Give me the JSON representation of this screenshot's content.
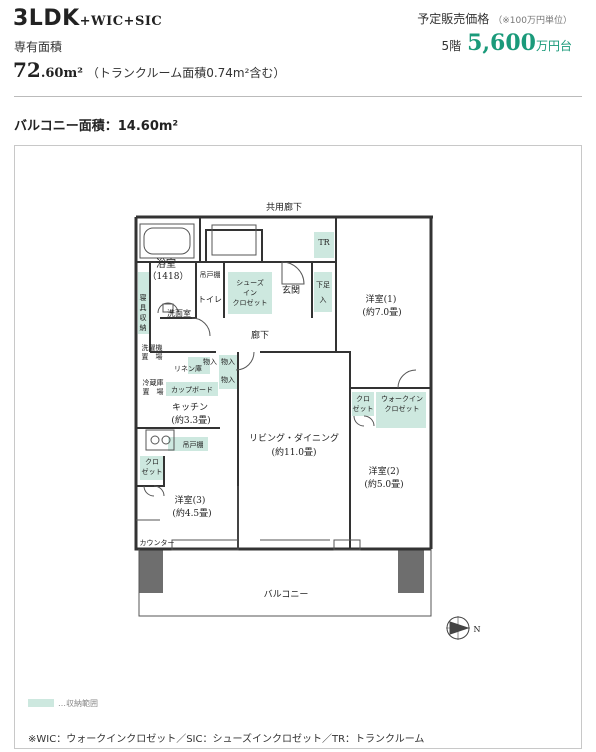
{
  "unit_type": {
    "main": "3LDK",
    "suffix": "+WIC+SIC"
  },
  "private_area": {
    "label": "専有面積",
    "int": "72",
    "dec": ".60",
    "unit": "m²",
    "note": "（トランクルーム面積0.74m²含む）"
  },
  "price": {
    "label": "予定販売価格",
    "unit_note": "（※100万円単位）",
    "floor": "5階",
    "value": "5,600",
    "value_unit": "万円台"
  },
  "balcony_area": "バルコニー面積：14.60m²",
  "floorplan": {
    "corridor": "共用廊下",
    "bath": "浴室",
    "bath_size": "（1418）",
    "tr": "TR",
    "upper_cabinet_1": "吊戸棚",
    "toilet": "トイレ",
    "sic_line1": "シューズ",
    "sic_line2": "イン",
    "sic_line3": "クロゼット",
    "entrance": "玄関",
    "shoe_line1": "下足",
    "shoe_line2": "入",
    "western1": "洋室(1)",
    "western1_size": "(約7.0畳)",
    "linen_line1": "寝",
    "linen_line2": "具",
    "linen_line3": "収",
    "linen_line4": "納",
    "washroom": "洗面室",
    "hall": "廊下",
    "washer_line1": "洗濯機",
    "washer_line2": "置　場",
    "storage_a": "物入",
    "linen_closet": "リネン庫",
    "storage_b": "物入",
    "storage_c": "物入",
    "fridge_line1": "冷蔵庫",
    "fridge_line2": "置　場",
    "cupboard": "カップボード",
    "kitchen": "キッチン",
    "kitchen_size": "(約3.3畳)",
    "closet_a_line1": "クロ",
    "closet_a_line2": "ゼット",
    "wic_line1": "ウォークイン",
    "wic_line2": "クロゼット",
    "upper_cabinet_2": "吊戸棚",
    "closet_b_line1": "クロ",
    "closet_b_line2": "ゼット",
    "living": "リビング・ダイニング",
    "living_size": "(約11.0畳)",
    "western2": "洋室(2)",
    "western2_size": "(約5.0畳)",
    "western3": "洋室(3)",
    "western3_size": "(約4.5畳)",
    "counter": "カウンター",
    "balcony": "バルコニー",
    "north": "N"
  },
  "legend": "…収納範囲",
  "footnote": "※WIC：ウォークインクロゼット／SIC：シューズインクロゼット／TR：トランクルーム",
  "colors": {
    "accent": "#1a9a7a",
    "storage": "#cde8df",
    "column": "#6e6e6e"
  }
}
